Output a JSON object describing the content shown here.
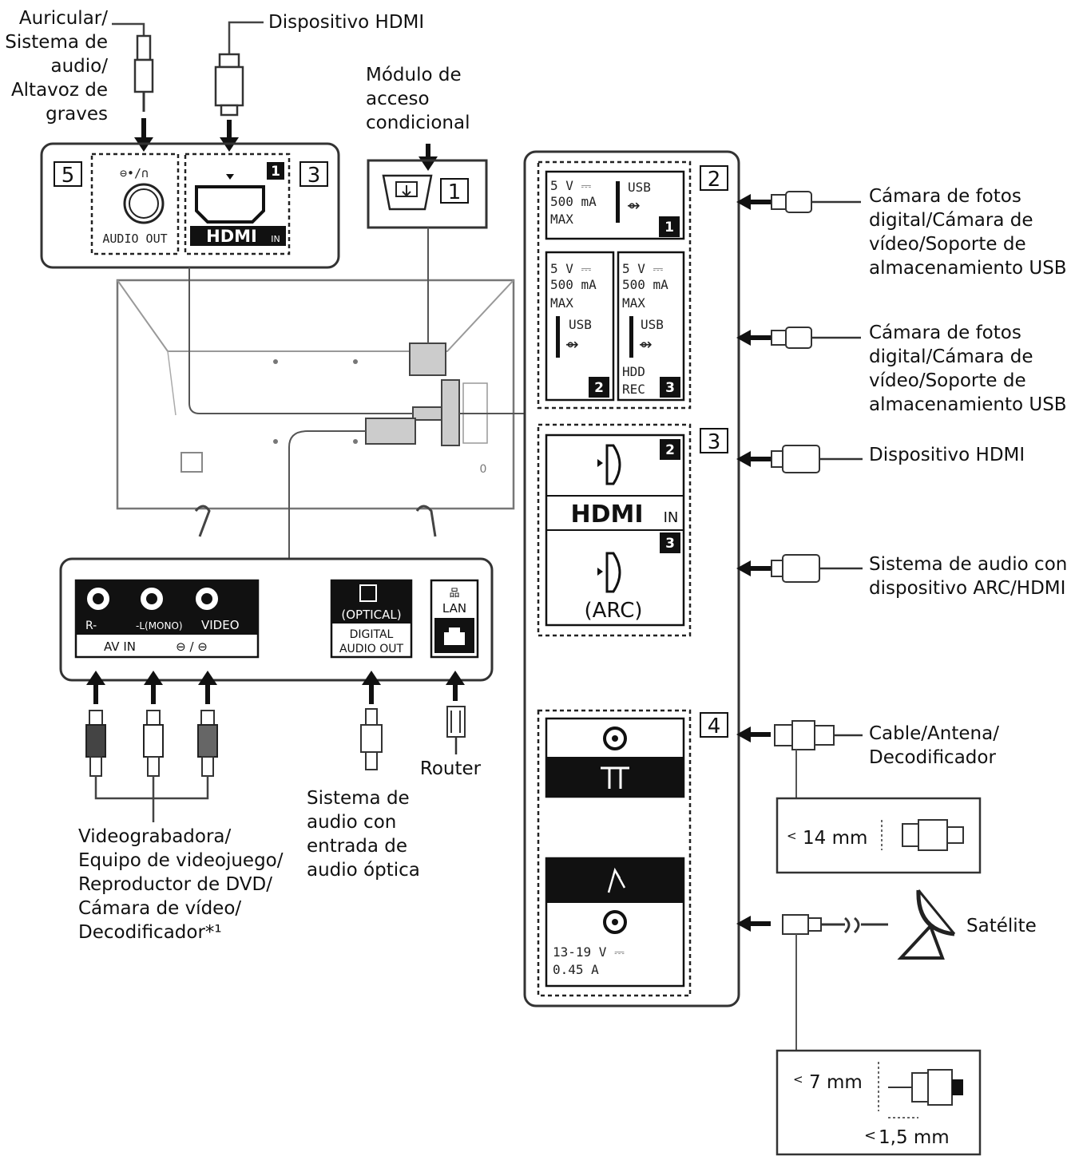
{
  "labels": {
    "headphone": [
      "Auricular/",
      "Sistema de",
      "audio/",
      "Altavoz de",
      "graves"
    ],
    "hdmi_top": "Dispositivo HDMI",
    "cam_module": [
      "Módulo de",
      "acceso",
      "condicional"
    ],
    "usb_dev1": [
      "Cámara de fotos",
      "digital/Cámara de",
      "vídeo/Soporte de",
      "almacenamiento USB"
    ],
    "usb_dev2": [
      "Cámara de fotos",
      "digital/Cámara de",
      "vídeo/Soporte de",
      "almacenamiento USB"
    ],
    "hdmi_dev": "Dispositivo HDMI",
    "arc_dev": [
      "Sistema de audio con",
      "dispositivo ARC/HDMI"
    ],
    "cable_dev": [
      "Cable/Antena/",
      "Decodificador"
    ],
    "satellite": "Satélite",
    "router": "Router",
    "optical_dev": [
      "Sistema de",
      "audio con",
      "entrada de",
      "audio óptica"
    ],
    "av_devices": [
      "Videograbadora/",
      "Equipo de videojuego/",
      "Reproductor de DVD/",
      "Cámara de vídeo/",
      "Decodificador*¹"
    ]
  },
  "numbers": {
    "n1": "1",
    "n2": "2",
    "n3a": "3",
    "n3b": "3",
    "n4": "4",
    "n5": "5"
  },
  "ports": {
    "audio_out": "AUDIO OUT",
    "audio_symbol": "⊖•/∩",
    "hdmi_logo": "HDMI",
    "hdmi_in": "IN",
    "hdmi1_badge": "1",
    "usb_spec": [
      "5 V ⎓",
      "500 mA",
      "MAX"
    ],
    "usb": "USB",
    "usb1_badge": "1",
    "usb2_badge": "2",
    "usb3_badge": "3",
    "hdd_rec": [
      "HDD",
      "REC"
    ],
    "hdmi2_badge": "2",
    "hdmi3_badge": "3",
    "arc": "(ARC)",
    "sat_spec": [
      "13-19 V ⎓",
      "0.45 A"
    ],
    "av_labels": [
      "R-",
      "-L(MONO)",
      "VIDEO"
    ],
    "av_in": "AV IN",
    "optical": "(OPTICAL)",
    "digital_audio_out": [
      "DIGITAL",
      "AUDIO OUT"
    ],
    "lan": "LAN"
  },
  "dimensions": {
    "cable_max": "14 mm",
    "sat_max": "7 mm",
    "sat_pin": "1,5 mm",
    "lt": "<"
  }
}
